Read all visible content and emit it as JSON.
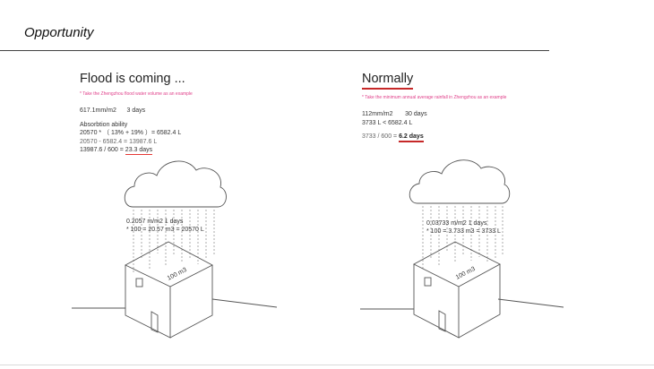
{
  "slide": {
    "title": "Opportunity"
  },
  "left": {
    "heading": "Flood is coming ...",
    "note": "* Take the Zhengzhou flood water volume as an example",
    "lines": {
      "rain": "617.1mm/m2      3 days",
      "ability_label": "Absorbtion ability",
      "calc1": "20570 * （ 13% + 19% ）= 6582.4 L",
      "calc2": "20570 - 6582.4 = 13987.6 L",
      "calc3_prefix": "13987.6 / 600 = ",
      "calc3_result": "23.3 days"
    },
    "diagram": {
      "rain_label": "0.2057 m/m2    1 days",
      "volume_label": "* 100 = 20.57 m3 = 20570 L",
      "box_label": "100 m3"
    }
  },
  "right": {
    "heading": "Normally",
    "note": "* Take the minimum annual average rainfall in Zhengzhou as an example",
    "lines": {
      "rain": "112mm/m2       30 days",
      "compare": "3733 L < 6582.4 L",
      "calc_prefix": "3733 / 600 = ",
      "calc_result": "6.2 days"
    },
    "diagram": {
      "rain_label": "0.03733 m/m2    1 days",
      "volume_label": "* 100 = 3.733 m3 = 3733 L",
      "box_label": "100 m3"
    }
  },
  "colors": {
    "accent": "#c62828",
    "note": "#e0408a",
    "line": "#333333"
  }
}
